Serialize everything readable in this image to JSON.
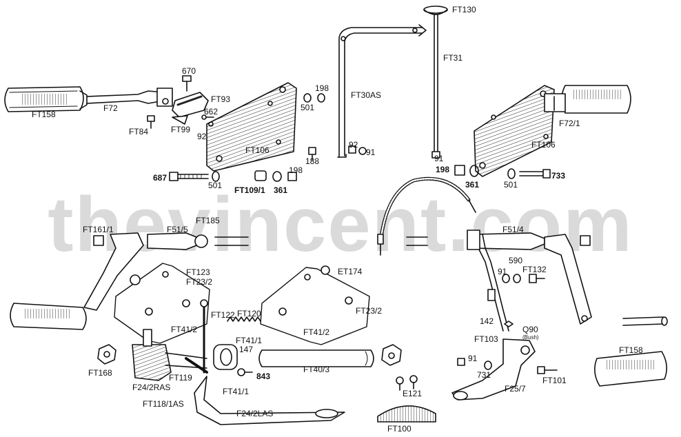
{
  "watermark": "thevincent.com",
  "labels": {
    "ft130": "FT130",
    "ft31": "FT31",
    "ft30as": "FT30AS",
    "p670": "670",
    "ft93": "FT93",
    "f72": "F72",
    "ft158_left": "FT158",
    "ft84": "FT84",
    "ft99": "FT99",
    "p662": "662",
    "p92_left": "92",
    "p198_top": "198",
    "p501_top": "501",
    "ft106_left": "FT106",
    "p188": "188",
    "p687": "687",
    "p501_mid": "501",
    "ft109_1": "FT109/1",
    "p361_left": "361",
    "p198_mid": "198",
    "p92_right": "92",
    "p91_right": "91",
    "p91_bolt": "91",
    "p198_bold": "198",
    "p361_right": "361",
    "p501_right": "501",
    "p733": "733",
    "ft106_right": "FT106",
    "f72_1": "F72/1",
    "ft161_1": "FT161/1",
    "f51_5": "F51/5",
    "ft185": "FT185",
    "f51_4": "F51/4",
    "ft123": "FT123",
    "ft23_2_left": "FT23/2",
    "et174": "ET174",
    "ft23_2_right": "FT23/2",
    "ft122": "FT122",
    "ft120": "FT120",
    "ft41_2_a": "FT41/2",
    "ft41_2_b": "FT41/2",
    "ft41_1_a": "FT41/1",
    "p147": "147",
    "p843": "843",
    "ft168": "FT168",
    "ft119": "FT119",
    "f24_2ras": "F24/2RAS",
    "ft118_1as": "FT118/1AS",
    "ft41_1_b": "FT41/1",
    "f24_2las": "F24/2LAS",
    "ft40_3": "FT40/3",
    "e121": "E121",
    "ft100": "FT100",
    "p590": "590",
    "p91_a": "91",
    "ft132": "FT132",
    "p142": "142",
    "ft103": "FT103",
    "q90": "Q90",
    "bush": "(Bush)",
    "p91_b": "91",
    "p731": "731",
    "ft101": "FT101",
    "f25_7": "F25/7",
    "ft158_right": "FT158"
  }
}
